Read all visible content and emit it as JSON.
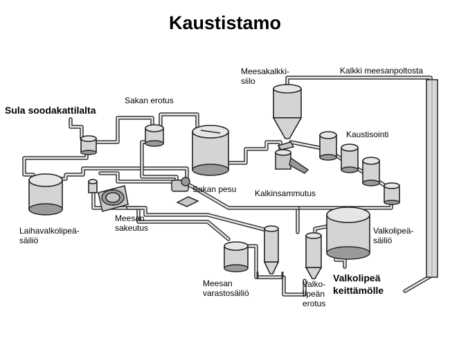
{
  "title": "Kaustistamo",
  "labels": {
    "sula": "Sula soodakattilalta",
    "sakan_erotus": "Sakan erotus",
    "meesakalkki": "Meesakalkki-\nsiilo",
    "kalkki": "Kalkki meesanpoltosta",
    "kaustisointi": "Kaustisointi",
    "sakan_pesu": "Sakan pesu",
    "kalkinsammutus": "Kalkinsammutus",
    "laihavalkolipea": "Laihavalkolipeä-\nsäiliö",
    "meesan_sakeutus": "Meesan\nsakeutus",
    "valkolipea_sailio": "Valkolipeä-\nsäiliö",
    "meesan_varasto": "Meesan\nvarastosäiliö",
    "valkolipean_erotus": "Valko-\nlipeän\nerotus",
    "valkolipea_keittamolle": "Valkolipeä\nkeittämölle"
  }
}
